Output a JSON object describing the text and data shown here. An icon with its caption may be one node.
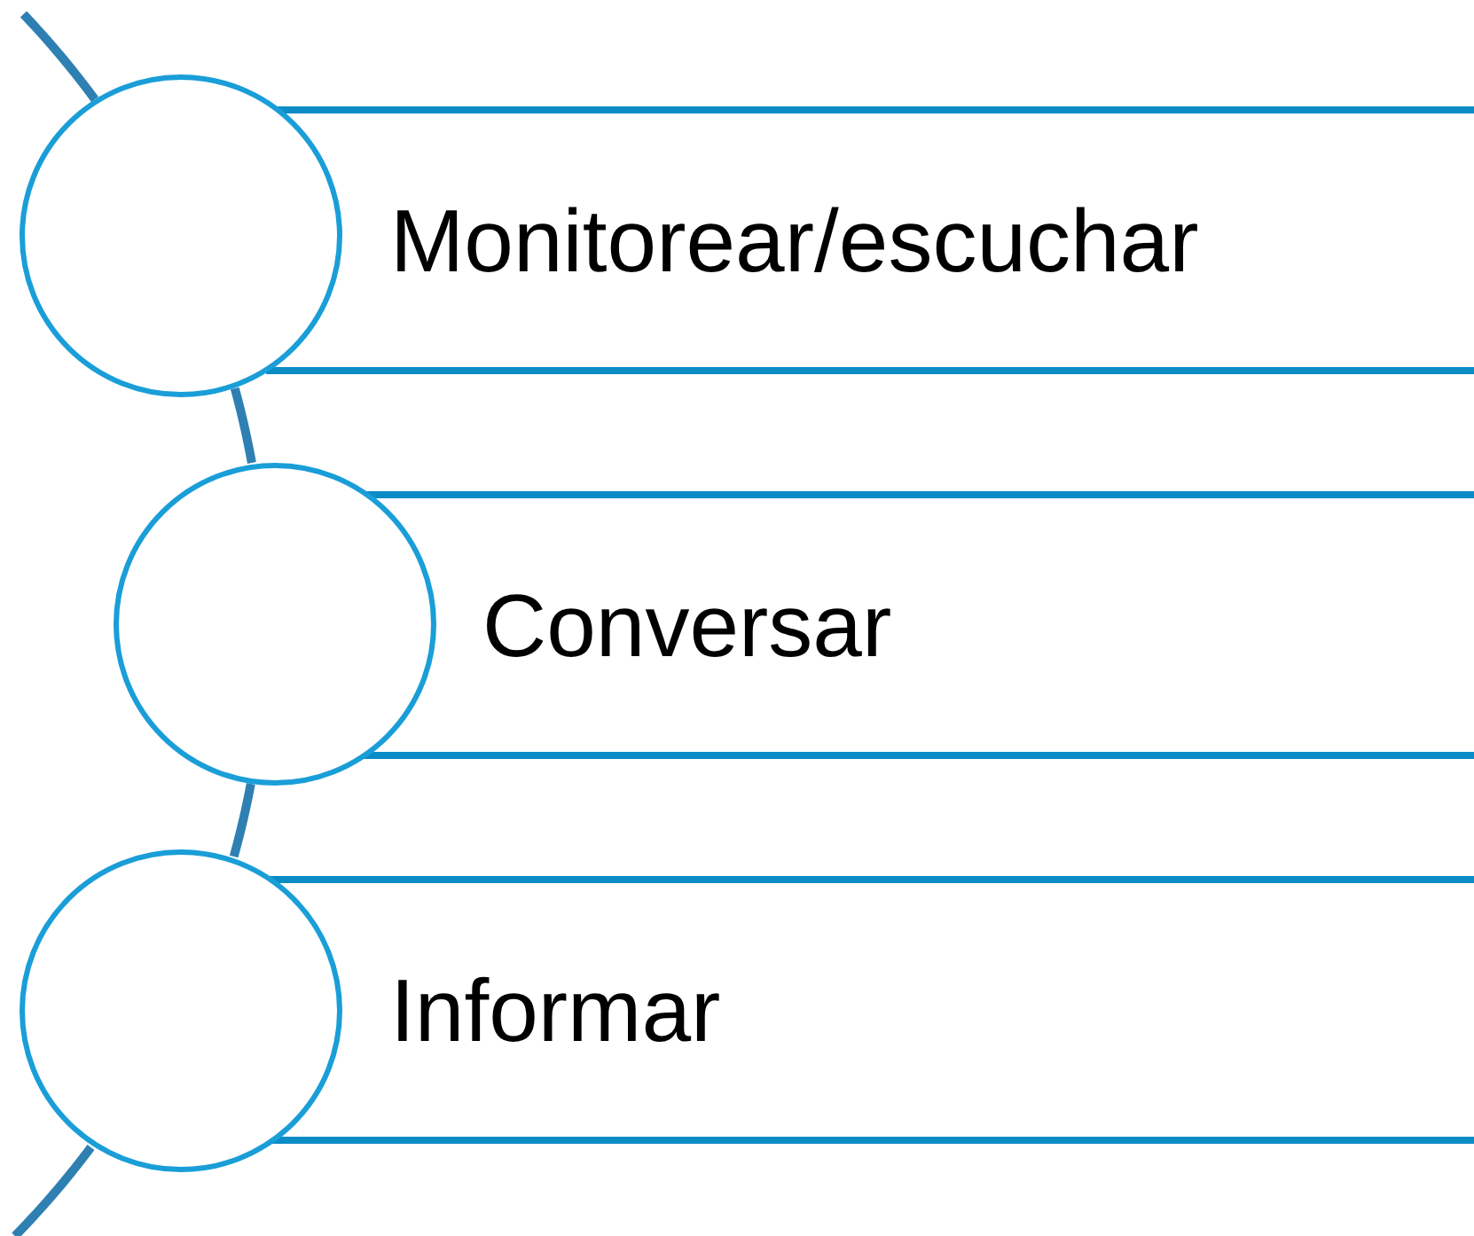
{
  "diagram": {
    "nodes": [
      {
        "text": [],
        "shape": "circle"
      },
      {
        "text": [
          "Monitorear/escuchar"
        ]
      },
      {
        "text": [],
        "shape": "circle"
      },
      {
        "text": [
          "Conversar"
        ]
      },
      {
        "text": [],
        "shape": "circle"
      },
      {
        "text": [
          "Informar"
        ]
      }
    ],
    "edges": [
      {
        "from": 0,
        "to": 2,
        "arrow": "none"
      },
      {
        "from": 2,
        "to": 4,
        "arrow": "none"
      }
    ]
  }
}
